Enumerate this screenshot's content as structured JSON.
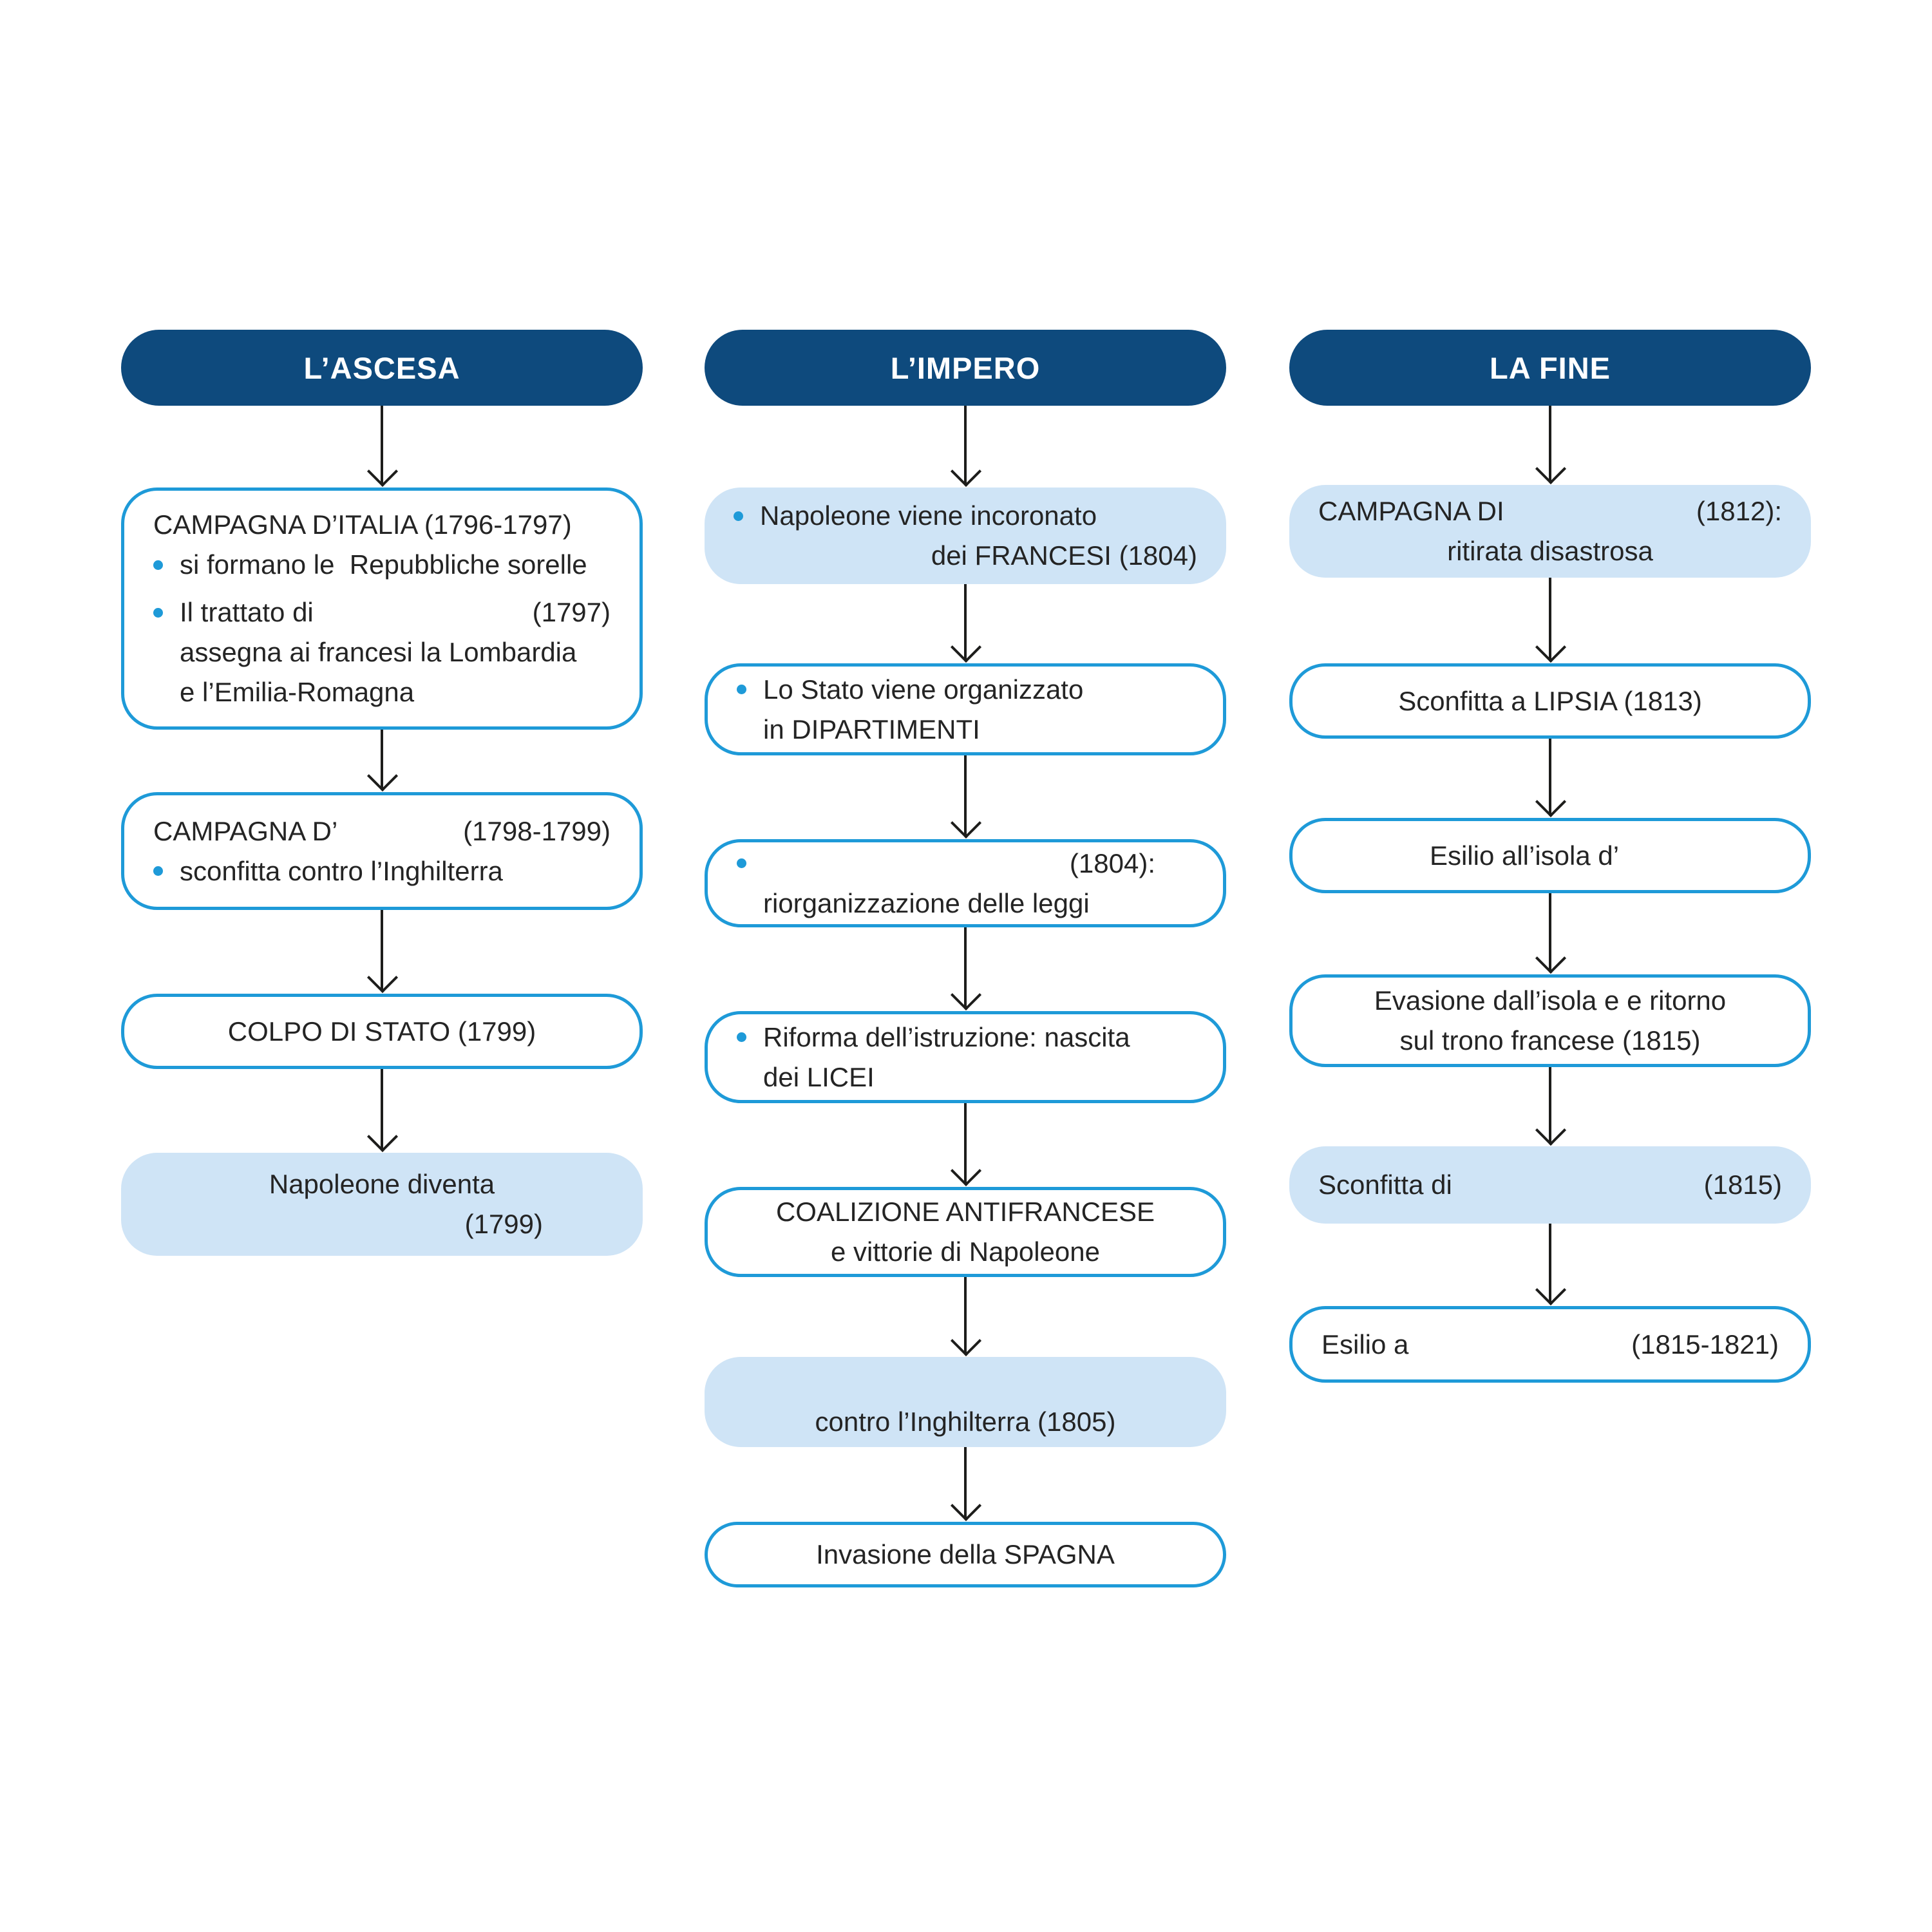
{
  "palette": {
    "header_bg": "#0e4a7d",
    "box_border": "#1e9ad8",
    "light_box_bg": "#cfe4f6",
    "text": "#242424",
    "bullet": "#1e9ad8",
    "arrow": "#1d1d1b"
  },
  "columns": [
    {
      "header": "L’ASCESA",
      "boxes": [
        {
          "lines": [
            {
              "text": "CAMPAGNA D’ITALIA (1796-1797)"
            },
            {
              "text": "si formano le  Repubbliche sorelle"
            },
            {
              "text": "Il trattato di",
              "right": "(1797)"
            },
            {
              "text": "assegna ai francesi la Lombardia"
            },
            {
              "text": "e l’Emilia-Romagna"
            }
          ]
        },
        {
          "lines": [
            {
              "text": "CAMPAGNA D’",
              "right": "(1798-1799)"
            },
            {
              "text": "sconfitta contro l’Inghilterra"
            }
          ]
        },
        {
          "lines": [
            {
              "text": "COLPO DI STATO (1799)"
            }
          ]
        },
        {
          "lines": [
            {
              "text": "Napoleone diventa"
            },
            {
              "text": "(1799)"
            }
          ]
        }
      ]
    },
    {
      "header": "L’IMPERO",
      "boxes": [
        {
          "lines": [
            {
              "text": "Napoleone viene incoronato"
            },
            {
              "text": "dei FRANCESI (1804)"
            }
          ]
        },
        {
          "lines": [
            {
              "text": "Lo Stato viene organizzato"
            },
            {
              "text": "in DIPARTIMENTI"
            }
          ]
        },
        {
          "lines": [
            {
              "text": "",
              "right": "(1804):"
            },
            {
              "text": "riorganizzazione delle leggi"
            }
          ]
        },
        {
          "lines": [
            {
              "text": "Riforma dell’istruzione: nascita"
            },
            {
              "text": "dei LICEI"
            }
          ]
        },
        {
          "lines": [
            {
              "text": "COALIZIONE ANTIFRANCESE"
            },
            {
              "text": "e vittorie di Napoleone"
            }
          ]
        },
        {
          "lines": [
            {
              "text": ""
            },
            {
              "text": "contro l’Inghilterra (1805)"
            }
          ]
        },
        {
          "lines": [
            {
              "text": "Invasione della SPAGNA"
            }
          ]
        }
      ]
    },
    {
      "header": "LA FINE",
      "boxes": [
        {
          "lines": [
            {
              "text": "CAMPAGNA DI",
              "right": "(1812):"
            },
            {
              "text": "ritirata disastrosa"
            }
          ]
        },
        {
          "lines": [
            {
              "text": "Sconfitta a LIPSIA (1813)"
            }
          ]
        },
        {
          "lines": [
            {
              "text": "Esilio all’isola d’"
            }
          ]
        },
        {
          "lines": [
            {
              "text": "Evasione dall’isola e e ritorno"
            },
            {
              "text": "sul trono francese (1815)"
            }
          ]
        },
        {
          "lines": [
            {
              "text": "Sconfitta di",
              "right": "(1815)"
            }
          ]
        },
        {
          "lines": [
            {
              "text": "Esilio a",
              "right": "(1815-1821)"
            }
          ]
        }
      ]
    }
  ]
}
